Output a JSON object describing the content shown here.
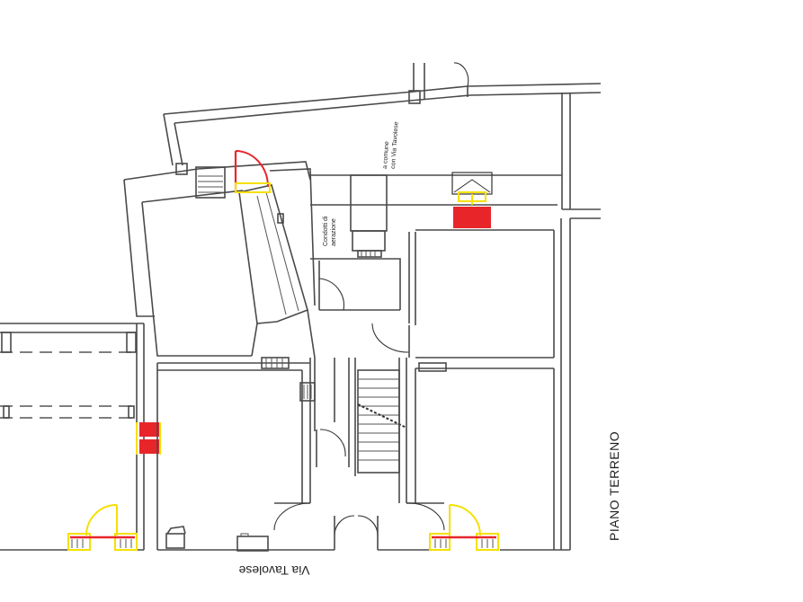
{
  "plan": {
    "floor_label": "PIANO TERRENO",
    "street_label": "Via Tavolese",
    "note_common": "a comune con Via Tavolese",
    "note_common_line1": "a comune",
    "note_common_line2": "con Via Tavolese",
    "note_duct": "Condotti di aerazione",
    "note_duct_line1": "Condotti di",
    "note_duct_line2": "aerazione"
  },
  "colors": {
    "wall": "#4a4a4a",
    "highlight_red": "#e8262a",
    "highlight_yellow": "#f5e000"
  }
}
